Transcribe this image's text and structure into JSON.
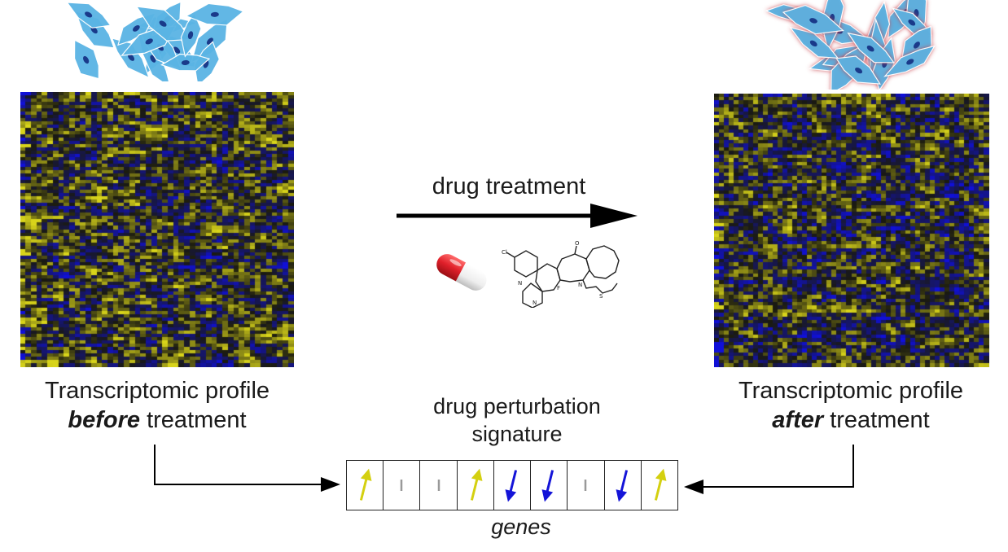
{
  "drug": {
    "label": "drug treatment",
    "molecule_labels": [
      "Cl",
      "N",
      "N",
      "O",
      "F",
      "N",
      "S"
    ]
  },
  "before": {
    "line1": "Transcriptomic profile",
    "emphasis": "before",
    "rest": "treatment"
  },
  "after": {
    "line1": "Transcriptomic profile",
    "emphasis": "after",
    "rest": "treatment"
  },
  "signature": {
    "title_line1": "drug perturbation",
    "title_line2": "signature",
    "axis_label": "genes",
    "genes": [
      {
        "direction": "up"
      },
      {
        "direction": "none"
      },
      {
        "direction": "none"
      },
      {
        "direction": "up"
      },
      {
        "direction": "down"
      },
      {
        "direction": "down"
      },
      {
        "direction": "none"
      },
      {
        "direction": "down"
      },
      {
        "direction": "up"
      }
    ]
  },
  "colors": {
    "up": "#d4d010",
    "down": "#1414d8",
    "none": "#999999",
    "heat_high": "#d8d41a",
    "heat_low": "#1010d8",
    "heat_mid": "#1a1a10",
    "cell_fill": "#5ab4e4",
    "cell_nucleus": "#1a3a8a",
    "cell_stress": "#c8404a",
    "pill_red": "#e0202a",
    "pill_white": "#f4f4f4",
    "arrow": "#000000"
  }
}
